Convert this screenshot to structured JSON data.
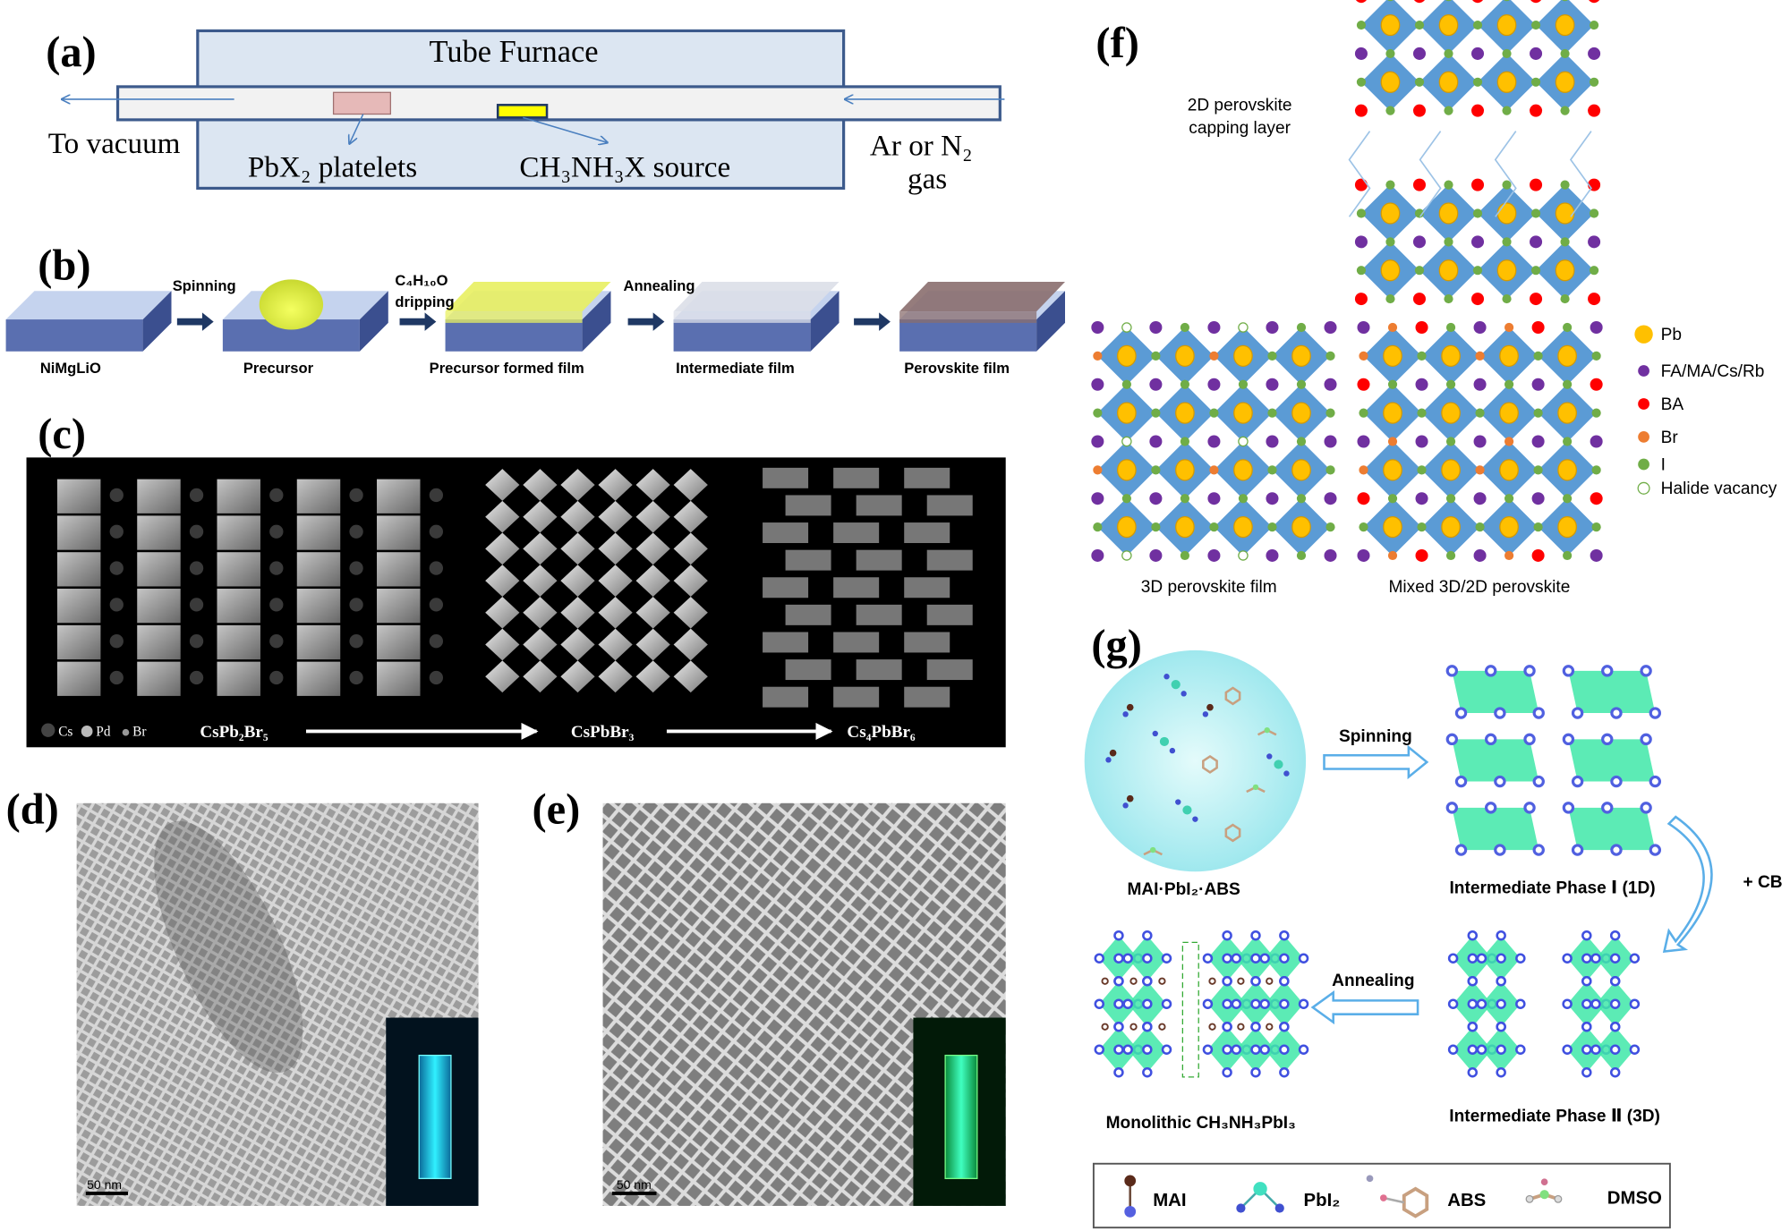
{
  "panels": {
    "a": {
      "label": "(a)",
      "furnace_title": "Tube Furnace",
      "to_vacuum": "To vacuum",
      "platelets": "PbX₂ platelets",
      "source": "CH₃NH₃X source",
      "gas_line1": "Ar or N₂",
      "gas_line2": "gas"
    },
    "b": {
      "label": "(b)",
      "steps": [
        "NiMgLiO",
        "Precursor",
        "Precursor formed film",
        "Intermediate film",
        "Perovskite film"
      ],
      "arrows": [
        "",
        "Spinning",
        "C₄H₁₀O",
        "Annealing"
      ],
      "arrow_line2": "dripping"
    },
    "c": {
      "label": "(c)",
      "legend": [
        "Cs",
        "Pd",
        "Br"
      ],
      "phases": [
        "CsPb₂Br₅",
        "CsPbBr₃",
        "Cs₄PbBr₆"
      ]
    },
    "d": {
      "label": "(d)",
      "scale_bar": "50 nm",
      "inset_color": "#22e6f0"
    },
    "e": {
      "label": "(e)",
      "scale_bar": "50 nm",
      "inset_color": "#22e060"
    },
    "f": {
      "label": "(f)",
      "capping_line1": "2D perovskite",
      "capping_line2": "capping layer",
      "film_3d": "3D perovskite film",
      "film_mixed": "Mixed 3D/2D perovskite",
      "legend": [
        {
          "label": "Pb",
          "color": "#ffc000"
        },
        {
          "label": "FA/MA/Cs/Rb",
          "color": "#7030a0"
        },
        {
          "label": "BA",
          "color": "#ff0000"
        },
        {
          "label": "Br",
          "color": "#ed7d31"
        },
        {
          "label": "I",
          "color": "#70ad47"
        },
        {
          "label": "Halide vacancy",
          "color": "#ffffff"
        }
      ],
      "octahedron_color": "#5b9bd5"
    },
    "g": {
      "label": "(g)",
      "solution": "MAI·PbI₂·ABS",
      "spinning": "Spinning",
      "phase1": "Intermediate Phase Ⅰ (1D)",
      "plus_cb": "+ CB",
      "phase2": "Intermediate Phase Ⅱ (3D)",
      "annealing": "Annealing",
      "final": "Monolithic CH₃NH₃PbI₃",
      "legend": [
        "MAI",
        "PbI₂",
        "ABS",
        "DMSO"
      ]
    }
  }
}
